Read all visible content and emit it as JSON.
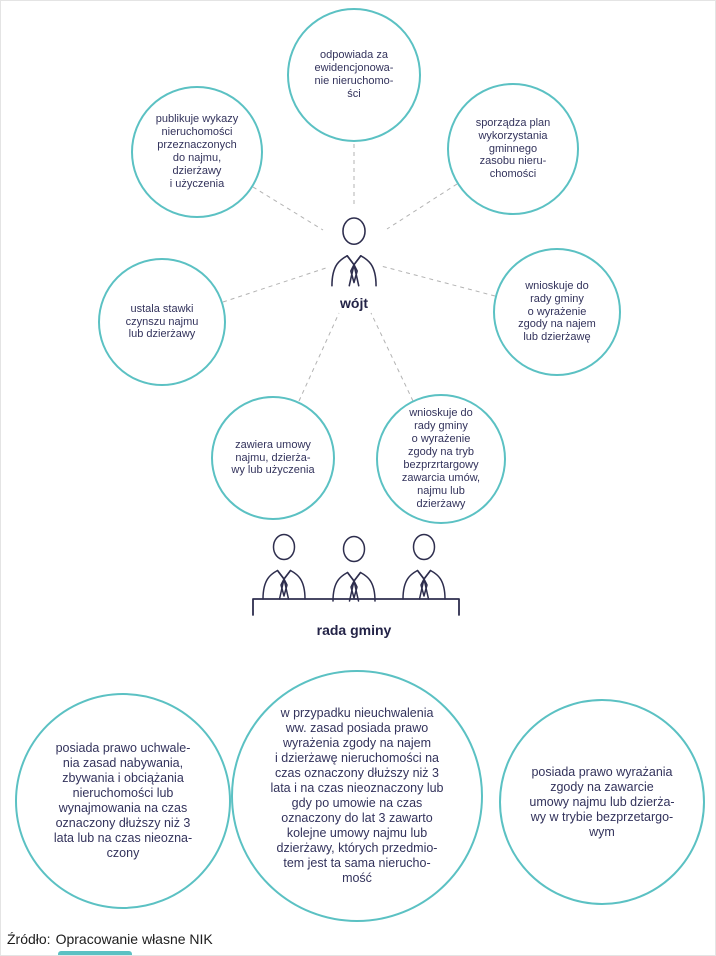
{
  "colors": {
    "circle_border": "#5bc1c3",
    "text_color": "#33335c",
    "label_color": "#232347",
    "line_color": "#b3b3b3",
    "figure_color": "#2e2e4e"
  },
  "wojt": {
    "label": "wójt",
    "icon": "person-suit-icon",
    "tasks": [
      {
        "position": "top-center",
        "text": "odpowiada za\newidencjonowa-\nnie nieruchomo-\nści"
      },
      {
        "position": "top-left",
        "text": "publikuje wykazy\nnieruchomości\nprzeznaczonych\ndo najmu,\ndzierżawy\ni użyczenia"
      },
      {
        "position": "top-right",
        "text": "sporządza plan\nwykorzystania\ngminnego\nzasobu nieru-\nchomości"
      },
      {
        "position": "mid-left",
        "text": "ustala stawki\nczynszu najmu\nlub dzierżawy"
      },
      {
        "position": "mid-right",
        "text": "wnioskuje do\nrady gminy\no wyrażenie\nzgody na najem\nlub dzierżawę"
      },
      {
        "position": "bottom-left",
        "text": "zawiera umowy\nnajmu, dzierża-\nwy lub użyczenia"
      },
      {
        "position": "bottom-right",
        "text": "wnioskuje do\nrady gminy\no wyrażenie\nzgody na tryb\nbezprzrtargowy\nzawarcia umów,\nnajmu lub\ndzierżawy"
      }
    ]
  },
  "rada": {
    "label": "rada gminy",
    "icon": "three-people-desk-icon",
    "powers": [
      {
        "text": "posiada prawo uchwale-\nnia zasad nabywania,\nzbywania i obciążania\nnieruchomości lub\nwynajmowania na czas\noznaczony dłuższy niż 3\nlata lub na czas nieozna-\nczony"
      },
      {
        "text": "w przypadku nieuchwalenia\nww. zasad posiada prawo\nwyrażenia zgody na najem\ni dzierżawę nieruchomości na\nczas oznaczony dłuższy niż 3\nlata i na czas nieoznaczony lub\ngdy po umowie na czas\noznaczony do lat 3 zawarto\nkolejne umowy najmu lub\ndzierżawy, których przedmio-\ntem jest ta sama nierucho-\nmość"
      },
      {
        "text": "posiada prawo wyrażania\nzgody na zawarcie\numowy najmu lub dzierża-\nwy w trybie bezprzetargo-\nwym"
      }
    ]
  },
  "source": {
    "label": "Źródło:",
    "text": "Opracowanie własne NIK"
  }
}
